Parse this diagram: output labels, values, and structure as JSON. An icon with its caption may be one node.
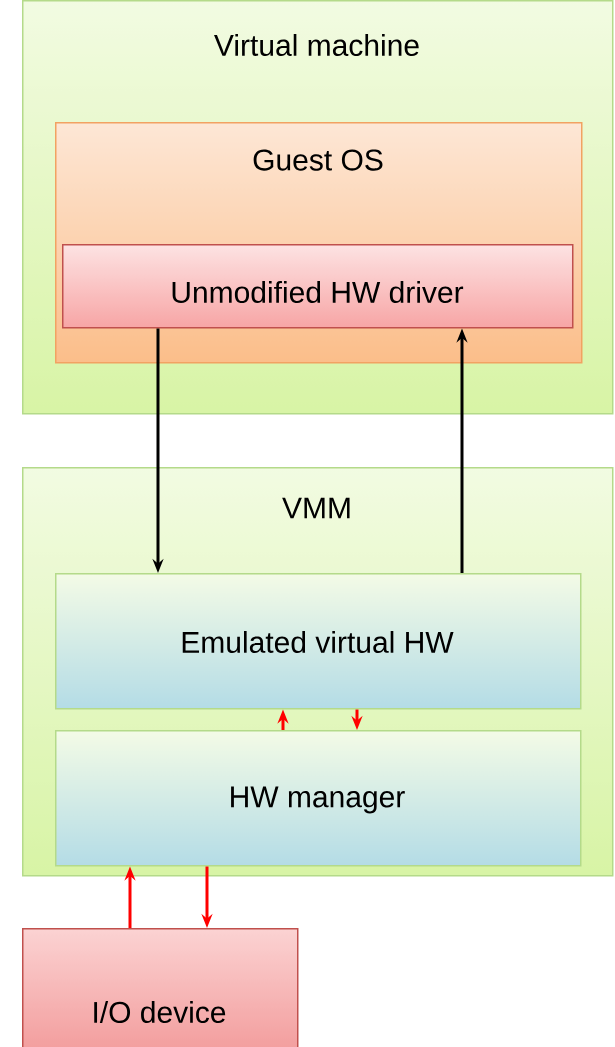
{
  "diagram": {
    "nodes": [
      {
        "text": [
          "Virtual machine"
        ]
      },
      {
        "text": [
          "Guest OS"
        ],
        "in": 0
      },
      {
        "text": [
          "Unmodified HW driver"
        ],
        "in": 1
      },
      {
        "text": [
          "VMM"
        ]
      },
      {
        "text": [
          "Emulated virtual HW"
        ],
        "in": 3
      },
      {
        "text": [
          "HW manager"
        ],
        "in": 3
      },
      {
        "text": [
          "I/O device"
        ]
      }
    ],
    "edges": [
      {
        "from": 2,
        "to": 4,
        "arrow": "to",
        "color": "#000000"
      },
      {
        "from": 4,
        "to": 2,
        "arrow": "to",
        "color": "#000000"
      },
      {
        "from": 5,
        "to": 4,
        "arrow": "to",
        "color": "#ff0000"
      },
      {
        "from": 4,
        "to": 5,
        "arrow": "to",
        "color": "#ff0000"
      },
      {
        "from": 6,
        "to": 5,
        "arrow": "to",
        "color": "#ff0000"
      },
      {
        "from": 5,
        "to": 6,
        "arrow": "to",
        "color": "#ff0000"
      }
    ]
  }
}
